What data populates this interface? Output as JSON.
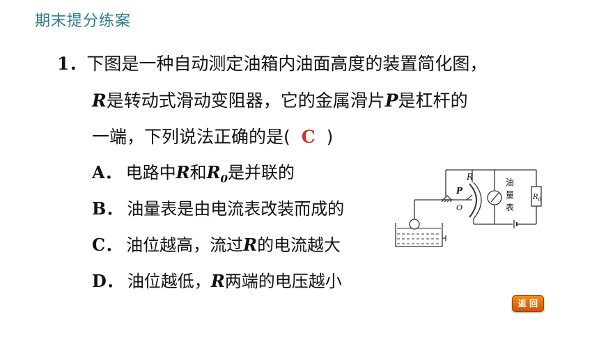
{
  "header": {
    "title": "期末提分练案"
  },
  "question": {
    "number": "1．",
    "line1": "下图是一种自动测定油箱内油面高度的装置简化图，",
    "line2_var_R": "R",
    "line2_a": "是转动式滑动变阻器，它的金属滑片",
    "line2_var_P": "P",
    "line2_b": "是杠杆的",
    "line3_a": "一端，下列说法正确的是(",
    "answer": "C",
    "line3_b": ")"
  },
  "options": [
    {
      "letter": "A．",
      "t1": "电路中",
      "v1": "R",
      "t2": "和",
      "v2": "R",
      "sub": "0",
      "t3": "是并联的"
    },
    {
      "letter": "B．",
      "t1": "油量表是由电流表改装而成的"
    },
    {
      "letter": "C．",
      "t1": "油位越高，流过",
      "v1": "R",
      "t2": "的电流越大"
    },
    {
      "letter": "D．",
      "t1": "油位越低，",
      "v1": "R",
      "t2": "两端的电压越小"
    }
  ],
  "diagram": {
    "label_R": "R",
    "label_P": "P",
    "label_O": "O",
    "meter_label": [
      "油",
      "量",
      "表"
    ],
    "label_R0": "R",
    "label_R0_sub": "0"
  },
  "back_button": {
    "label": "返 回"
  }
}
